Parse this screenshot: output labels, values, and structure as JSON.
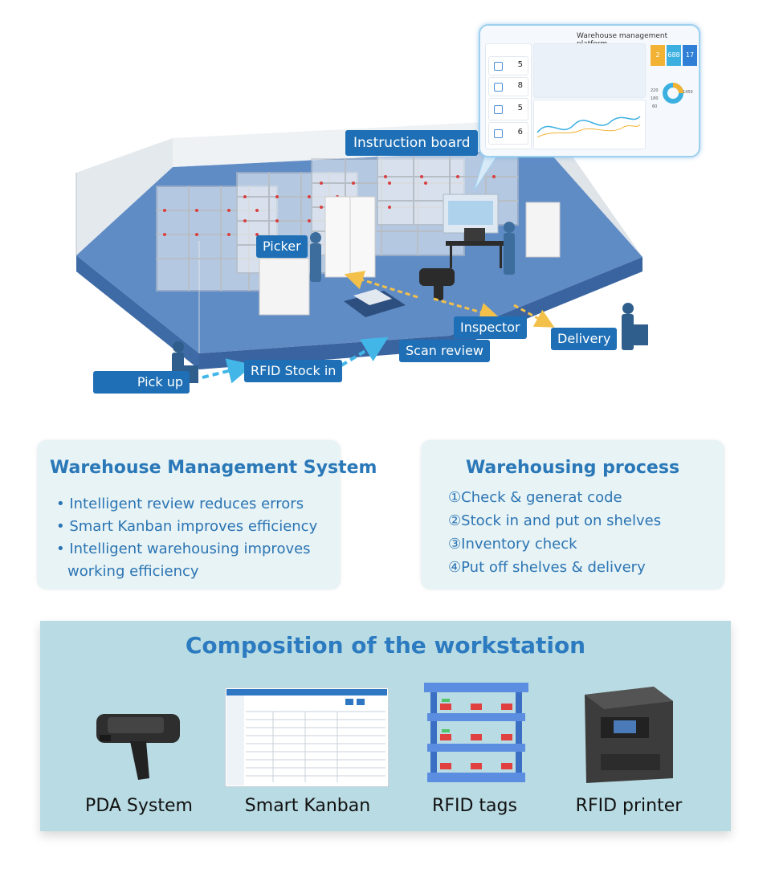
{
  "illustration": {
    "labels": {
      "instruction_board": "Instruction board",
      "picker": "Picker",
      "inspector": "Inspector",
      "delivery": "Delivery",
      "scan_review": "Scan review",
      "rfid_stock_in": "RFID Stock in",
      "pickup": "Pick up"
    },
    "dashboard": {
      "title": "Warehouse management platform",
      "task_values": [
        "5",
        "8",
        "5",
        "6"
      ],
      "stat_values": [
        "2",
        "688",
        "17"
      ],
      "axis_values": [
        "220",
        "180",
        "60",
        "1450"
      ],
      "colors": {
        "stat1": "#f2b233",
        "stat2": "#3bb0e0",
        "stat3": "#2f7fd6"
      }
    },
    "colors": {
      "tag": "#1e6fb5",
      "floor": "#4f80c0",
      "flow_arrow": "#43b6e8",
      "dashed_arrow": "#f3c04a"
    }
  },
  "wms_card": {
    "title": "Warehouse Management System",
    "bullets": [
      "• Intelligent review reduces errors",
      "• Smart Kanban improves efficiency",
      "• Intelligent warehousing improves",
      "working efficiency"
    ]
  },
  "process_card": {
    "title": "Warehousing process",
    "steps": [
      "①Check & generat code",
      "②Stock in and put on shelves",
      "③Inventory check",
      "④Put off shelves & delivery"
    ]
  },
  "workstation": {
    "title": "Composition of the workstation",
    "items": [
      {
        "label": "PDA System",
        "icon": "pda-scanner-icon"
      },
      {
        "label": "Smart Kanban",
        "icon": "kanban-screen-icon"
      },
      {
        "label": "RFID tags",
        "icon": "rfid-shelf-icon"
      },
      {
        "label": "RFID printer",
        "icon": "label-printer-icon"
      }
    ]
  }
}
